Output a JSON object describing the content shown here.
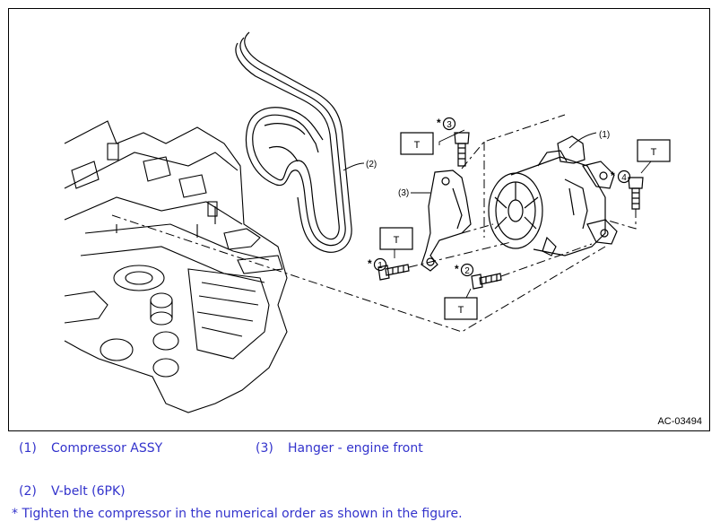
{
  "figure": {
    "code": "AC-03494",
    "callouts": [
      {
        "label": "(1)"
      },
      {
        "label": "(2)"
      },
      {
        "label": "(3)"
      }
    ],
    "torque_boxes": [
      {
        "label": "T"
      },
      {
        "label": "T"
      },
      {
        "label": "T"
      },
      {
        "label": "T"
      }
    ],
    "order_marks": [
      {
        "star": "*",
        "num": "1"
      },
      {
        "star": "*",
        "num": "2"
      },
      {
        "star": "*",
        "num": "3"
      },
      {
        "star": "*",
        "num": "4"
      }
    ]
  },
  "legend": [
    {
      "num": "(1)",
      "text": "Compressor ASSY"
    },
    {
      "num": "(2)",
      "text": "V-belt (6PK)"
    },
    {
      "num": "(3)",
      "text": "Hanger - engine front"
    }
  ],
  "note": "* Tighten the compressor in the numerical order as shown in the figure."
}
